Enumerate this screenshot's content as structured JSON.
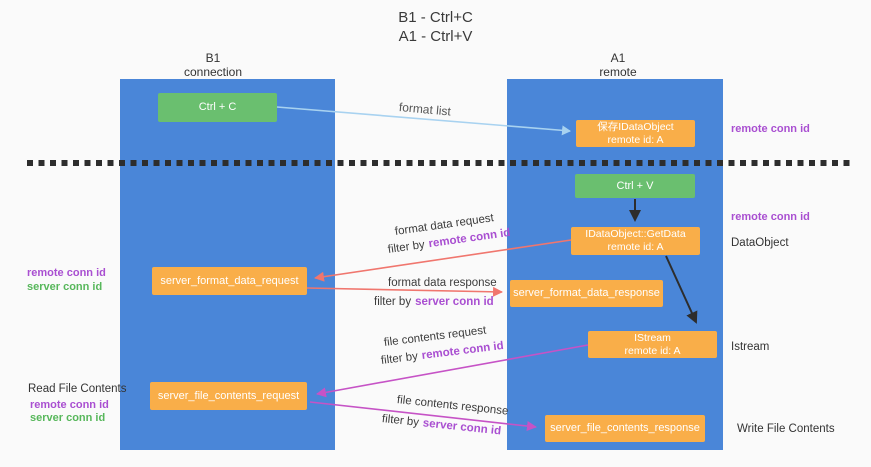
{
  "title": {
    "line1": "B1 - Ctrl+C",
    "line2": "A1 - Ctrl+V"
  },
  "lanes": {
    "left": {
      "title": "B1",
      "subtitle": "connection"
    },
    "right": {
      "title": "A1",
      "subtitle": "remote"
    }
  },
  "nodes": {
    "ctrl_c": {
      "label": "Ctrl + C"
    },
    "ctrl_v": {
      "label": "Ctrl + V"
    },
    "save_dataobject": {
      "line1": "保存IDataObject",
      "line2": "remote id: A"
    },
    "getdata": {
      "line1": "IDataObject::GetData",
      "line2": "remote id: A"
    },
    "istream": {
      "line1": "IStream",
      "line2": "remote id: A"
    },
    "format_request": {
      "label": "server_format_data_request"
    },
    "format_response": {
      "label": "server_format_data_response"
    },
    "file_request": {
      "label": "server_file_contents_request"
    },
    "file_response": {
      "label": "server_file_contents_response"
    }
  },
  "annotations": {
    "remote_conn_id_top": "remote conn id",
    "remote_conn_id_mid": "remote conn id",
    "dataobject": "DataObject",
    "istream": "Istream",
    "write_file_contents": "Write File Contents",
    "read_file_contents": "Read File Contents",
    "format_left": {
      "remote": "remote conn id",
      "server": "server conn id"
    },
    "file_left": {
      "remote": "remote conn id",
      "server": "server conn id"
    }
  },
  "arrows": {
    "format_list": {
      "label": "format list"
    },
    "format_data_request": {
      "label": "format data request",
      "filter_prefix": "filter by",
      "filter_key": "remote conn id"
    },
    "format_data_response": {
      "label": "format data response",
      "filter_prefix": "filter by",
      "filter_key": "server conn id"
    },
    "file_contents_request": {
      "label": "file contents request",
      "filter_prefix": "filter by",
      "filter_key": "remote conn id"
    },
    "file_contents_response": {
      "label": "file contents response",
      "filter_prefix": "filter by",
      "filter_key": "server conn id"
    }
  },
  "colors": {
    "background": "#fafafa",
    "lane_blue": "#4a86d8",
    "node_green": "#6abf6f",
    "node_orange": "#f9ae49",
    "arrow_light_blue": "#a8d2f0",
    "arrow_black": "#2d2d2d",
    "arrow_salmon": "#f0766e",
    "arrow_magenta": "#c653c6",
    "text_purple": "#a94fd1",
    "text_green": "#57b75b"
  }
}
